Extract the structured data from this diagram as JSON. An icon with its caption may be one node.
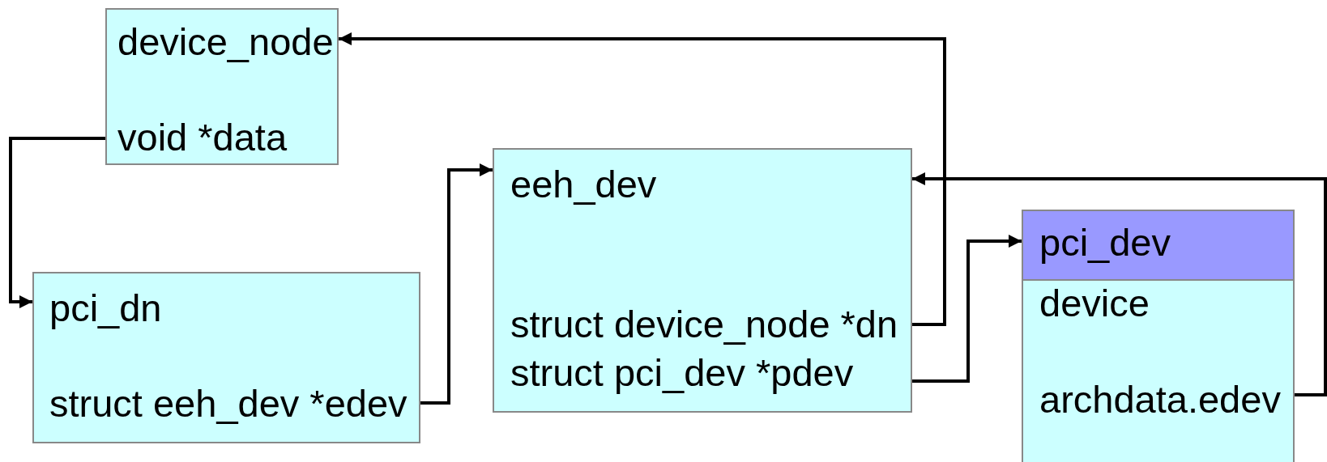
{
  "diagram": {
    "nodes": [
      {
        "text": [
          "device_node",
          "void *data"
        ]
      },
      {
        "text": [
          "pci_dn",
          "struct eeh_dev *edev"
        ]
      },
      {
        "text": [
          "eeh_dev",
          "struct device_node *dn",
          "struct pci_dev *pdev"
        ]
      },
      {
        "text": [
          "pci_dev",
          "device",
          "archdata.edev"
        ]
      }
    ],
    "edges": [
      {
        "from": 0,
        "to": 1,
        "arrow": "to"
      },
      {
        "from": 1,
        "to": 2,
        "arrow": "to"
      },
      {
        "from": 2,
        "to": 0,
        "arrow": "to"
      },
      {
        "from": 2,
        "to": 3,
        "arrow": "to"
      },
      {
        "from": 3,
        "to": 2,
        "arrow": "to"
      }
    ]
  }
}
